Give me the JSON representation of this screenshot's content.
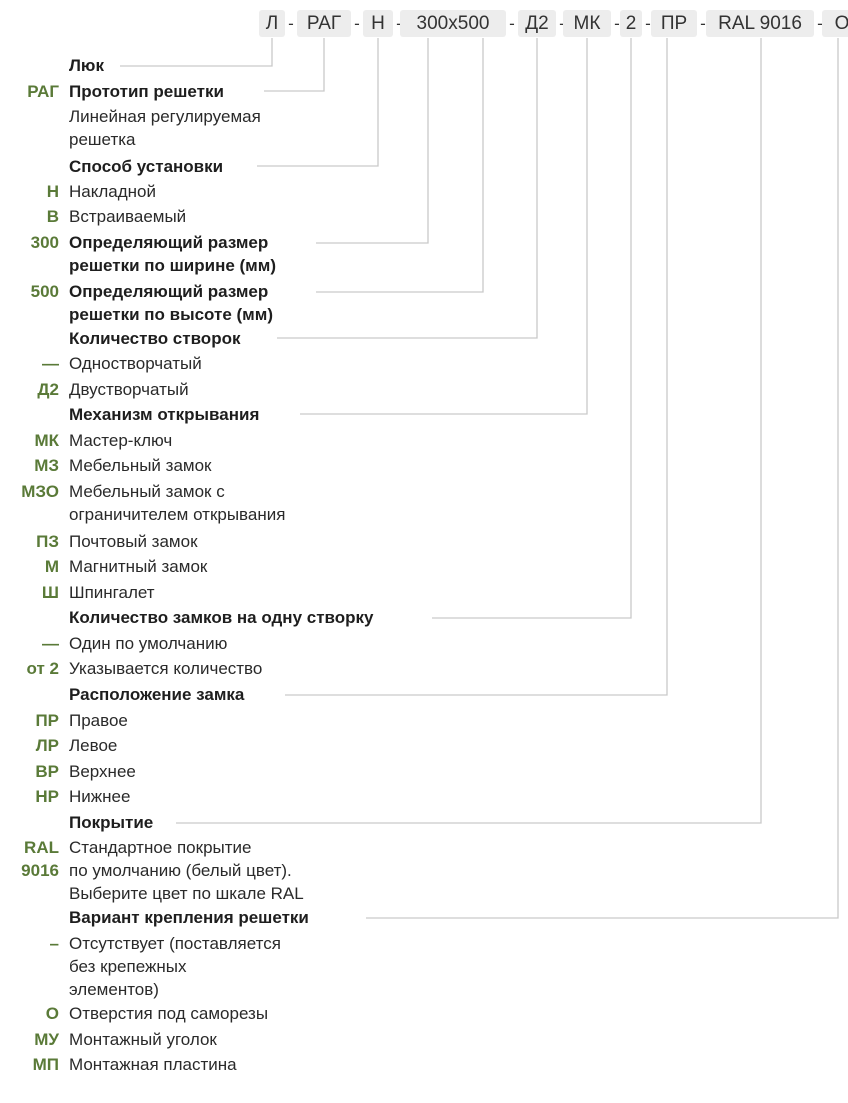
{
  "header": {
    "segments": [
      "Л",
      "РАГ",
      "Н",
      "300x500",
      "Д2",
      "МК",
      "2",
      "ПР",
      "RAL 9016",
      "О"
    ],
    "separator": "-"
  },
  "sections": [
    {
      "title": "Люк",
      "items": []
    },
    {
      "code": "РАГ",
      "title": "Прототип решетки",
      "items": [
        {
          "code": "",
          "text": "Линейная регулируемая\nрешетка"
        }
      ]
    },
    {
      "title": "Способ установки",
      "items": [
        {
          "code": "Н",
          "text": "Накладной"
        },
        {
          "code": "В",
          "text": "Встраиваемый"
        }
      ]
    },
    {
      "code": "300",
      "title": "Определяющий размер\nрешетки по ширине (мм)",
      "items": []
    },
    {
      "code": "500",
      "title": "Определяющий размер\nрешетки по высоте (мм)",
      "items": []
    },
    {
      "title": "Количество створок",
      "items": [
        {
          "code": "—",
          "text": "Одностворчатый"
        },
        {
          "code": "Д2",
          "text": "Двустворчатый"
        }
      ]
    },
    {
      "title": "Механизм открывания",
      "items": [
        {
          "code": "МК",
          "text": "Мастер-ключ"
        },
        {
          "code": "МЗ",
          "text": "Мебельный замок"
        },
        {
          "code": "МЗО",
          "text": "Мебельный замок с\nограничителем открывания"
        },
        {
          "code": "ПЗ",
          "text": "Почтовый замок"
        },
        {
          "code": "М",
          "text": "Магнитный замок"
        },
        {
          "code": "Ш",
          "text": "Шпингалет"
        }
      ]
    },
    {
      "title": "Количество замков на одну створку",
      "items": [
        {
          "code": "—",
          "text": "Один по умолчанию"
        },
        {
          "code": "от 2",
          "text": "Указывается количество"
        }
      ]
    },
    {
      "title": "Расположение замка",
      "items": [
        {
          "code": "ПР",
          "text": "Правое"
        },
        {
          "code": "ЛР",
          "text": "Левое"
        },
        {
          "code": "ВР",
          "text": "Верхнее"
        },
        {
          "code": "НР",
          "text": "Нижнее"
        }
      ]
    },
    {
      "title": "Покрытие",
      "items": [
        {
          "code": "RAL\n9016",
          "text": "Стандартное покрытие\nпо умолчанию (белый цвет).\nВыберите цвет по шкале RAL"
        }
      ]
    },
    {
      "title": "Вариант крепления решетки",
      "items": [
        {
          "code": "–",
          "text": "Отсутствует (поставляется\nбез крепежных\nэлементов)"
        },
        {
          "code": "О",
          "text": "Отверстия под саморезы"
        },
        {
          "code": "МУ",
          "text": "Монтажный уголок"
        },
        {
          "code": "МП",
          "text": "Монтажная пластина"
        }
      ]
    }
  ],
  "colors": {
    "code": "#5a7a38",
    "chip": "#ededed",
    "connector": "#c9c9c9"
  }
}
